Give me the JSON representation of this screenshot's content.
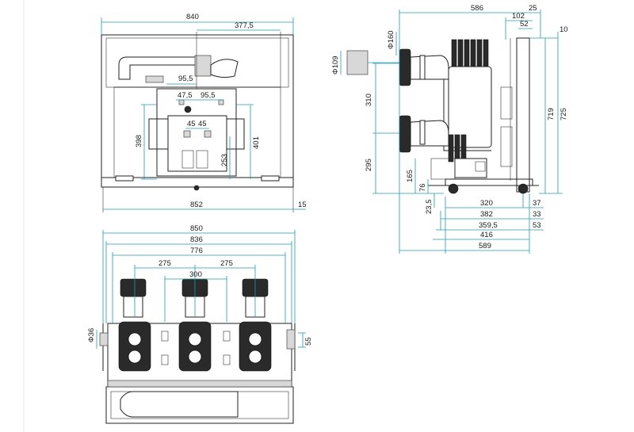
{
  "front_view": {
    "width_top": "840",
    "offset_right": "377,5",
    "inner_95_5": "95,5",
    "inner_47_5": "47,5",
    "inner_95_5_b": "95,5",
    "height_398": "398",
    "height_401": "401",
    "spacing_45_a": "45",
    "spacing_45_b": "45",
    "height_253": "253",
    "width_bottom": "852",
    "edge_15": "15"
  },
  "side_view": {
    "depth_586": "586",
    "offset_102": "102",
    "offset_25": "25",
    "offset_52": "52",
    "offset_10": "10",
    "dia_160": "Φ160",
    "dia_109": "Φ109",
    "height_310": "310",
    "height_295": "295",
    "height_719": "719",
    "height_725": "725",
    "height_165": "165",
    "height_76": "76",
    "height_23_5": "23,5",
    "base_320": "320",
    "base_37": "37",
    "base_382": "382",
    "base_33": "33",
    "base_359_5": "359,5",
    "base_53": "53",
    "base_416": "416",
    "base_589": "589"
  },
  "top_view": {
    "width_850": "850",
    "width_836": "836",
    "width_776": "776",
    "pitch_275_a": "275",
    "pitch_275_b": "275",
    "centre_300": "300",
    "dia_36": "Φ36",
    "edge_55": "55"
  },
  "colors": {
    "dimension_line": "#1f9bb0",
    "outline": "#222222"
  }
}
